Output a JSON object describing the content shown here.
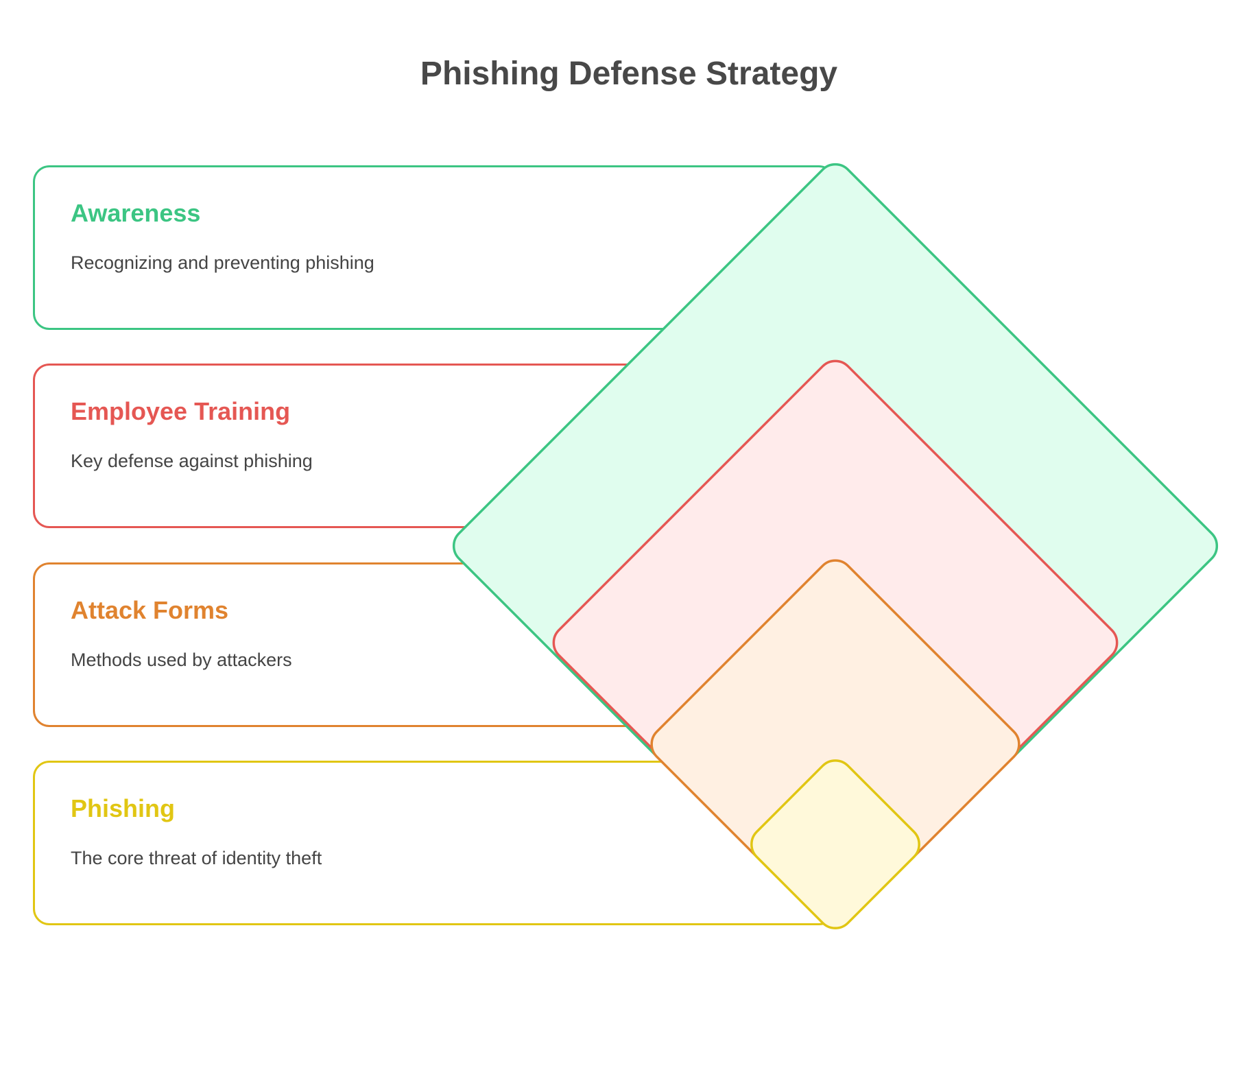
{
  "title": "Phishing Defense Strategy",
  "layers": [
    {
      "heading": "Awareness",
      "description": "Recognizing and preventing phishing",
      "color": "#3cc583",
      "fill": "#e0fdee"
    },
    {
      "heading": "Employee Training",
      "description": "Key defense against phishing",
      "color": "#e55753",
      "fill": "#ffebeb"
    },
    {
      "heading": "Attack Forms",
      "description": "Methods used by attackers",
      "color": "#e0832f",
      "fill": "#fff0e2"
    },
    {
      "heading": "Phishing",
      "description": "The core threat of identity theft",
      "color": "#e1c613",
      "fill": "#fff9da"
    }
  ]
}
